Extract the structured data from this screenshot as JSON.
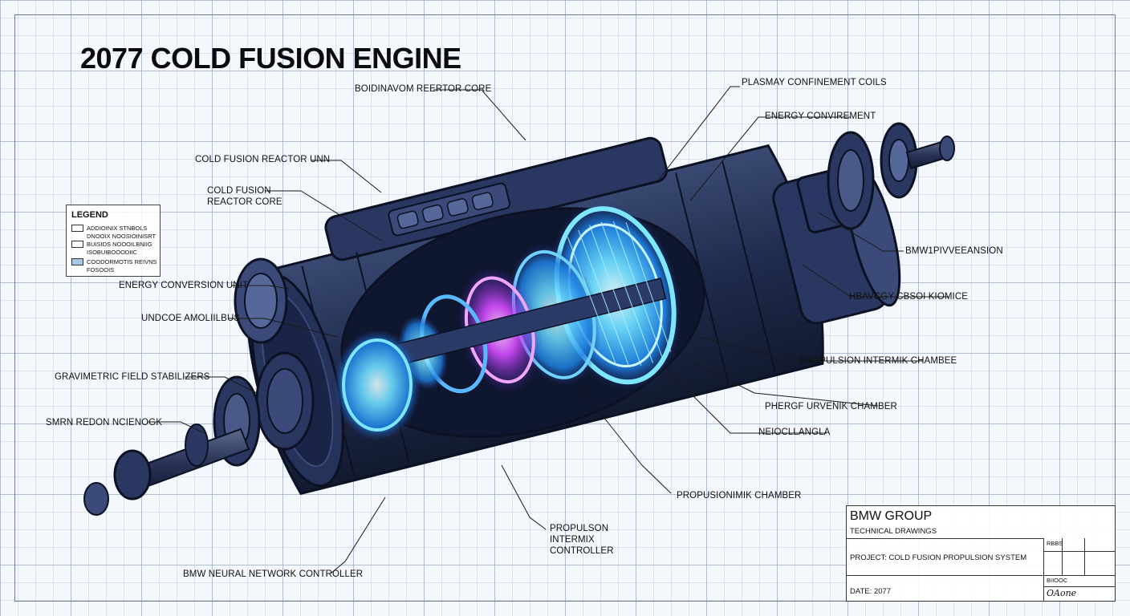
{
  "title": "2077 COLD FUSION ENGINE",
  "labels": {
    "boidinavom_reactor_core": "BOIDINAVOM REERTOR CORE",
    "plasmay_coils": "PLASMAY CONFINEMENT COILS",
    "energy_convirement": "ENERGY CONVIREMENT",
    "reactor_unn": "COLD FUSION REACTOR UNN",
    "reactor_core": "COLD FUSION\nREACTOR CORE",
    "energy_conversion_unit": "ENERGY CONVERSION UNIT",
    "undcoe": "UNDCOE AMOLIILBUS",
    "gravimetric": "GRAVIMETRIC FIELD STABILIZERS",
    "smrn": "SMRN REDON NCIENOGK",
    "bmw_ivvenansion": "BMW1PIVVEEANSION",
    "hbavcgy": "HBAVCGY CBSOI KIOMICE",
    "propulsion_intermik": "PROPULSION INTERMIK CHAMBEE",
    "phergf": "PHERGF URVENIK CHAMBER",
    "neiocllangla": "NEIOCLLANGLA",
    "propusionimik": "PROPUSIONIMIK CHAMBER",
    "propulson_controller": "PROPULSON INTERMIX\nCONTROLLER",
    "neural_controller": "BMW NEURAL NETWORK CONTROLLER"
  },
  "legend": {
    "title": "LEGEND",
    "items": [
      {
        "text": "ADDIOINIX STNBOLS",
        "color": "#ffffff"
      },
      {
        "text": "DNOOIX NOOSIOINISRT",
        "color": "#ffffff"
      },
      {
        "text": "BUISIDS NOOOILBNIIG",
        "color": "#ffffff"
      },
      {
        "text": "ISOBUIBOOODIIC",
        "color": "#f3f0e6"
      },
      {
        "text": "COODORMOTIS REIVNS",
        "color": "#a9c8e8"
      },
      {
        "text": "FOSOOIS",
        "color": "#a9c8e8"
      }
    ]
  },
  "title_block": {
    "company": "BMW GROUP",
    "subtitle": "TECHNICAL DRAWINGS",
    "project": "PROJECT: COLD FUSION PROPULSION SYSTEM",
    "rev": "RBBS",
    "scale": "BIIOOC",
    "date": "DATE: 2077",
    "sign": "OAone"
  },
  "colors": {
    "engine_dark": "#1e2a4a",
    "glow_cyan": "#39c9ff",
    "glow_magenta": "#d64bff",
    "grid": "#8ca0be"
  }
}
